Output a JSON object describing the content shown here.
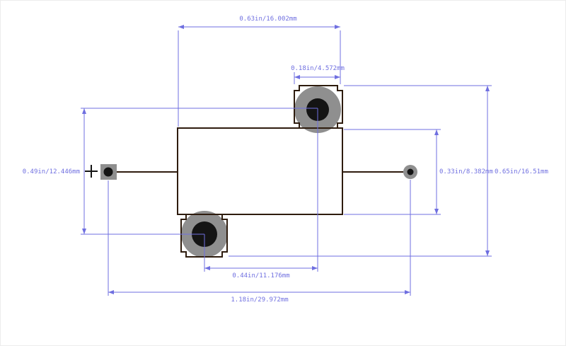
{
  "drawing": {
    "dimensions": {
      "top_width": "0.63in/16.002mm",
      "pad_width": "0.18in/4.572mm",
      "left_height": "0.49in/12.446mm",
      "body_height": "0.33in/8.382mm",
      "overall_height": "0.65in/16.51mm",
      "pad_spacing": "0.44in/11.176mm",
      "overall_width": "1.18in/29.972mm"
    }
  },
  "colors": {
    "dim-color": "#6f6fe0",
    "outline-color": "#2e1c0e",
    "pad-color": "#8f8f8f",
    "hole-color": "#141414",
    "bg": "#ffffff"
  }
}
